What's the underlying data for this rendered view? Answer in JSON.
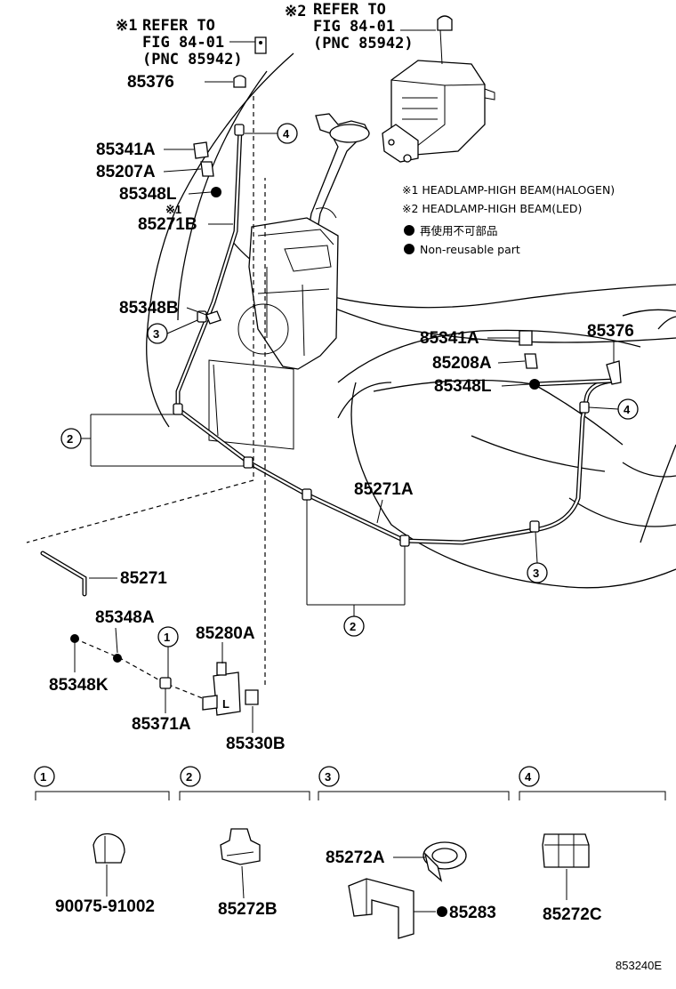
{
  "refs": [
    {
      "mark": "※1",
      "line1": "REFER TO",
      "line2": "FIG 84-01",
      "line3": "(PNC 85942)"
    },
    {
      "mark": "※2",
      "line1": "REFER TO",
      "line2": "FIG 84-01",
      "line3": "(PNC 85942)"
    }
  ],
  "notes": {
    "n1": "※1 HEADLAMP-HIGH BEAM(HALOGEN)",
    "n2": "※2 HEADLAMP-HIGH BEAM(LED)",
    "n3": "再使用不可部品",
    "n4": "Non-reusable part"
  },
  "small_mark": "※1",
  "parts": {
    "p85376_left": "85376",
    "p85341A_left": "85341A",
    "p85207A": "85207A",
    "p85348L_left": "85348L",
    "p85271B": "85271B",
    "p85348B": "85348B",
    "p85341A_right": "85341A",
    "p85376_right": "85376",
    "p85208A": "85208A",
    "p85348L_right": "85348L",
    "p85271A": "85271A",
    "p85271": "85271",
    "p85348A": "85348A",
    "p85280A": "85280A",
    "p85348K": "85348K",
    "p85371A": "85371A",
    "p85330B": "85330B",
    "p90075": "90075-91002",
    "p85272B": "85272B",
    "p85272A": "85272A",
    "p85283": "85283",
    "p85272C": "85272C"
  },
  "callouts": {
    "c4a": "4",
    "c3a": "3",
    "c2a": "2",
    "c4b": "4",
    "c3b": "3",
    "c2b": "2",
    "c1a": "1"
  },
  "legend": [
    {
      "num": "1"
    },
    {
      "num": "2"
    },
    {
      "num": "3"
    },
    {
      "num": "4"
    }
  ],
  "diagram_id": "853240E"
}
